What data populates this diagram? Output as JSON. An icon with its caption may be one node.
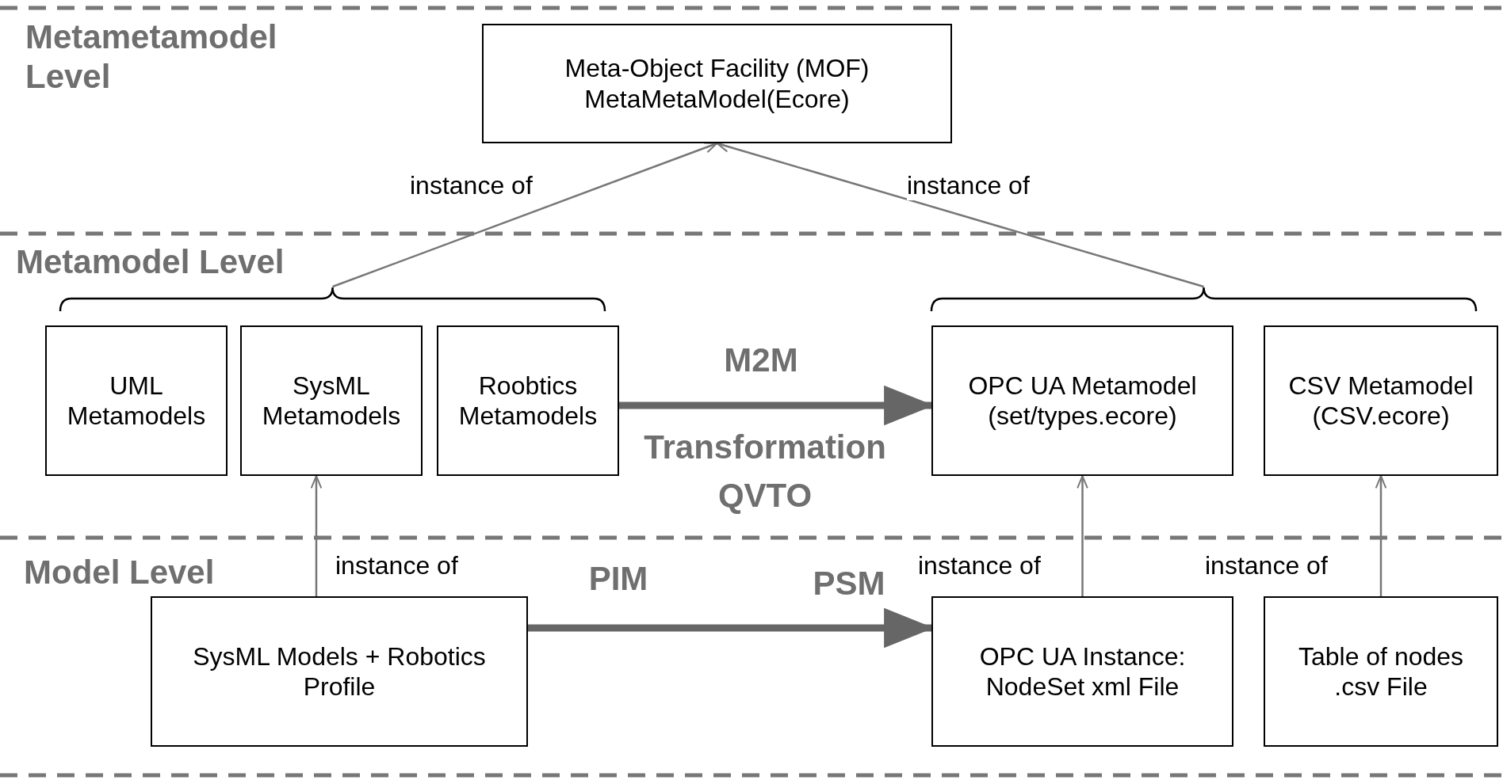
{
  "diagram": {
    "nodes": [
      {
        "text": [
          "Meta-Object Facility (MOF) MetaMetaModel(Ecore)"
        ]
      },
      {
        "text": [
          "UML Metamodels"
        ]
      },
      {
        "text": [
          "SysML Metamodels"
        ]
      },
      {
        "text": [
          "Roobtics Metamodels"
        ]
      },
      {
        "text": [
          "OPC UA Metamodel (set/types.ecore)"
        ]
      },
      {
        "text": [
          "CSV Metamodel (CSV.ecore)"
        ]
      },
      {
        "text": [
          "SysML Models + Robotics Profile"
        ]
      },
      {
        "text": [
          "OPC UA Instance: NodeSet xml File"
        ]
      },
      {
        "text": [
          "Table of nodes .csv File"
        ]
      },
      {
        "text": [],
        "shape": "brace"
      },
      {
        "text": [],
        "shape": "brace"
      }
    ],
    "edges": [
      {
        "from": 9,
        "to": 0,
        "arrow": "to",
        "label": "instance of"
      },
      {
        "from": 10,
        "to": 0,
        "arrow": "to",
        "label": "instance of"
      },
      {
        "from": 6,
        "to": 2,
        "arrow": "to",
        "label": "instance of"
      },
      {
        "from": 7,
        "to": 4,
        "arrow": "to",
        "label": "instance of"
      },
      {
        "from": 8,
        "to": 5,
        "arrow": "to",
        "label": "instance of"
      },
      {
        "from": 3,
        "to": 4,
        "arrow": "to",
        "style": "thick",
        "color": "#666666"
      },
      {
        "from": 6,
        "to": 7,
        "arrow": "to",
        "style": "thick",
        "color": "#666666"
      }
    ],
    "labels": [
      "Metametamodel Level",
      "Metamodel Level",
      "M2M",
      "Transformation QVTO",
      "Model Level",
      "PIM",
      "PSM"
    ]
  }
}
